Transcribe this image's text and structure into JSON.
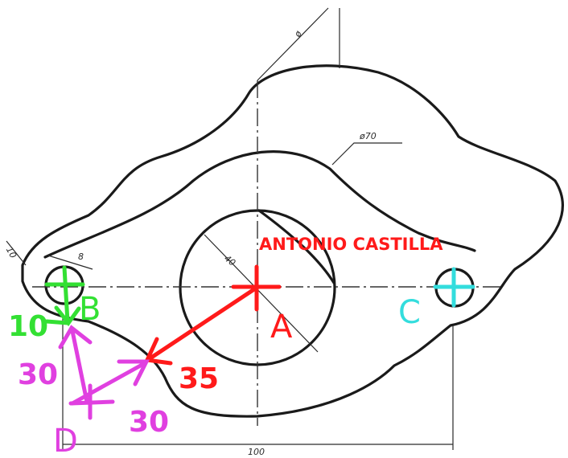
{
  "drawing": {
    "author": "ANTONIO CASTILLA",
    "dims": {
      "phi70": "ø70",
      "d40": "40",
      "d8": "8",
      "d100": "100",
      "d10_small": "10",
      "top_rotated": "ø"
    },
    "points": {
      "A": "A",
      "B": "B",
      "C": "C",
      "D": "D"
    },
    "annotations": {
      "green_10": "10",
      "magenta_30_vertical": "30",
      "magenta_30_horizontal": "30",
      "red_35": "35"
    },
    "colors": {
      "red": "#ff1a1a",
      "green": "#33e033",
      "magenta": "#e040e0",
      "cyan": "#33dddd",
      "ink": "#1a1a1a"
    }
  }
}
